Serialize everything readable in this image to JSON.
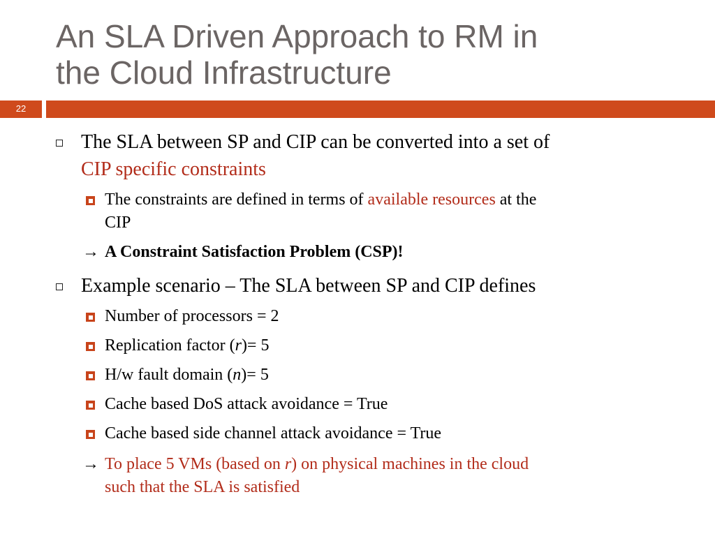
{
  "slide": {
    "title_line1": "An SLA Driven Approach to RM in",
    "title_line2": "the Cloud Infrastructure",
    "number": "22"
  },
  "bullets": {
    "b1_text": "The SLA between SP and CIP can be converted into a set of",
    "b1_highlight": "CIP specific constraints",
    "b1_sub1_pre": "The constraints are defined in terms of ",
    "b1_sub1_highlight": "available resources",
    "b1_sub1_post": " at the",
    "b1_sub1_line2": "CIP",
    "arrow1_symbol": "→",
    "arrow1_text": "A Constraint Satisfaction Problem (CSP)!",
    "b2_text": "Example scenario – The SLA between SP and CIP defines",
    "sub_items": {
      "s1": "Number of processors = 2",
      "s2_pre": "Replication factor (",
      "s2_var": "r",
      "s2_post": ")= 5",
      "s3_pre": "H/w fault domain (",
      "s3_var": "n",
      "s3_post": ")= 5",
      "s4": "Cache based DoS attack avoidance = True",
      "s5": "Cache based side channel attack avoidance = True"
    },
    "arrow2_symbol": "→",
    "arrow2_pre": "To place 5 VMs (based on ",
    "arrow2_var": "r",
    "arrow2_post": ") on physical machines in the cloud",
    "arrow2_line2": "such that the SLA is satisfied"
  },
  "colors": {
    "accent": "#cf4a1c",
    "highlight_text": "#b22c1a",
    "title": "#6b6564"
  }
}
